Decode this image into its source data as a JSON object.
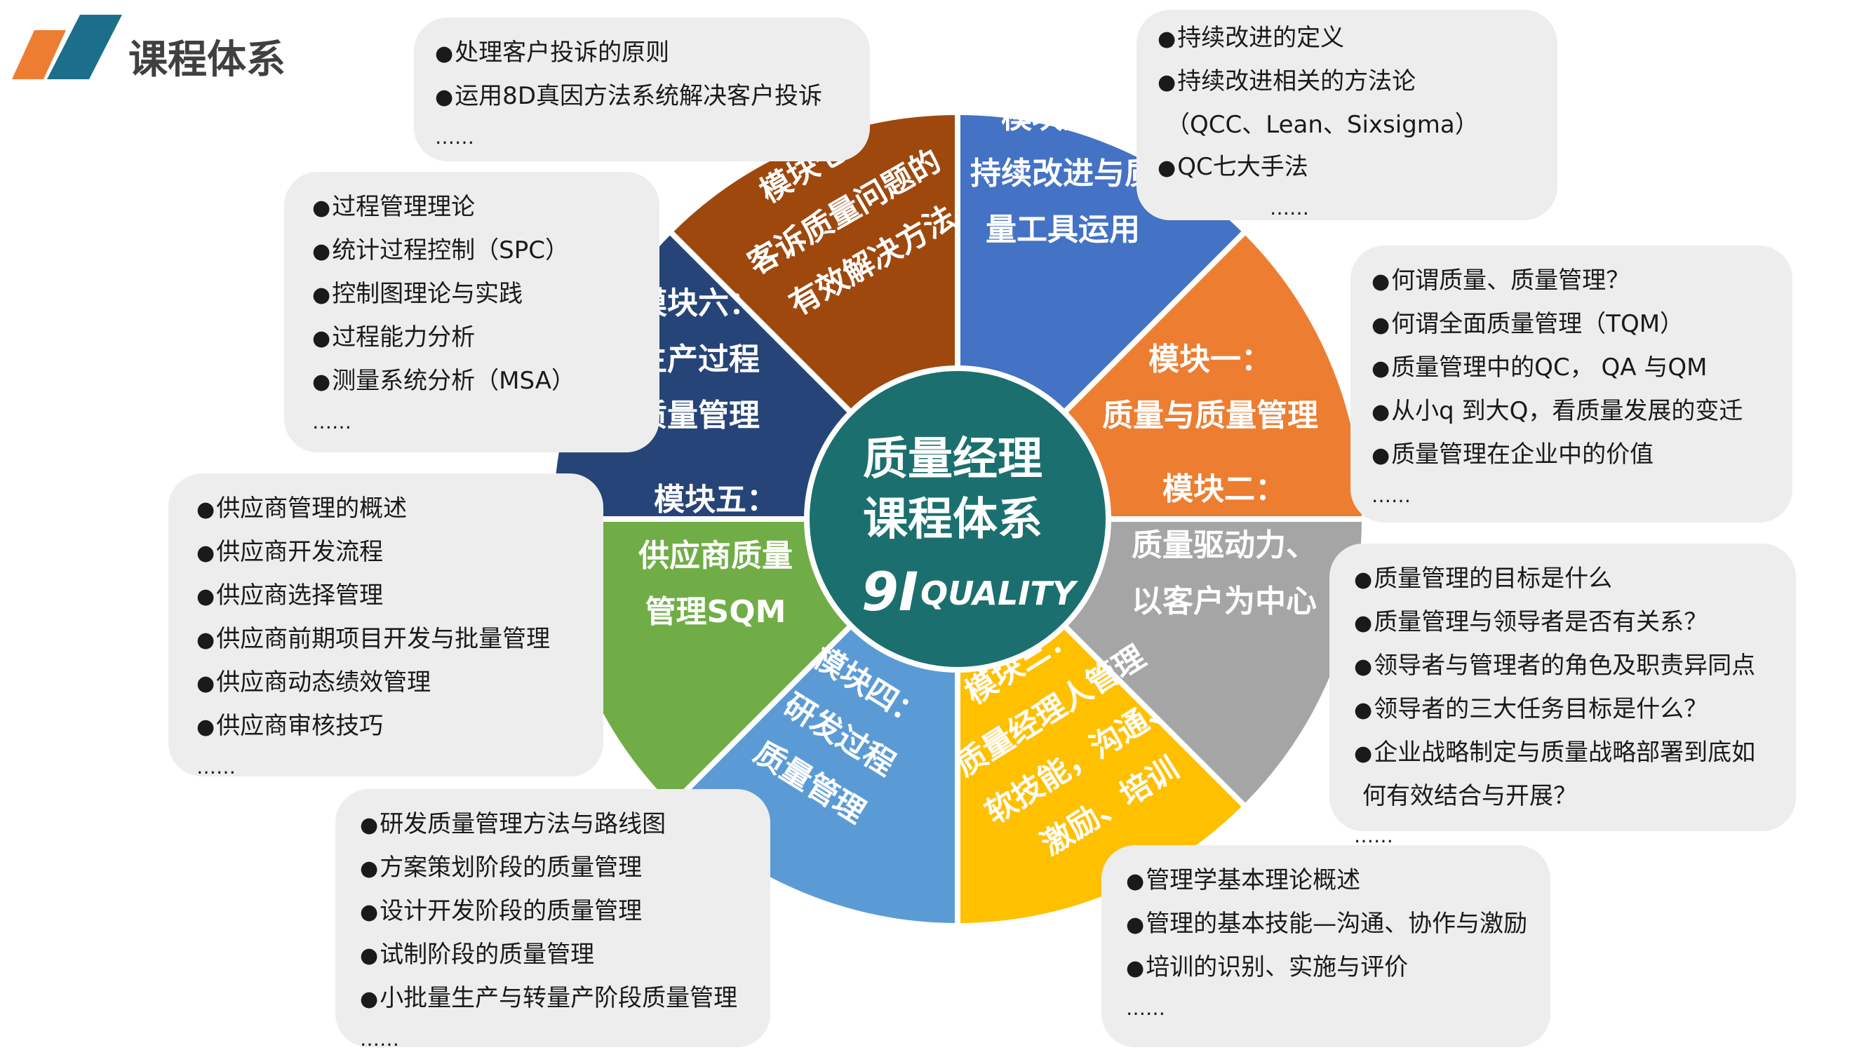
{
  "header": {
    "title": "课程体系"
  },
  "center": {
    "title_line1": "质量经理",
    "title_line2": "课程体系",
    "logo_mark": "9I",
    "logo_text": "QUALITY"
  },
  "modules": [
    {
      "id": "m1",
      "title": "模块一：",
      "lines": [
        "质量与质量管理"
      ],
      "color": "#ED7D31"
    },
    {
      "id": "m2",
      "title": "模块二：",
      "lines": [
        "质量驱动力、",
        "以客户为中心"
      ],
      "color": "#A5A5A5"
    },
    {
      "id": "m3",
      "title": "模块三：",
      "lines": [
        "质量经理人管理",
        "软技能，沟通、",
        "激励、培训"
      ],
      "color": "#FFC000"
    },
    {
      "id": "m4",
      "title": "模块四：",
      "lines": [
        "研发过程",
        "质量管理"
      ],
      "color": "#5B9BD5"
    },
    {
      "id": "m5",
      "title": "模块五：",
      "lines": [
        "供应商质量",
        "管理SQM"
      ],
      "color": "#70AD47"
    },
    {
      "id": "m6",
      "title": "模块六：",
      "lines": [
        "生产过程",
        "质量管理"
      ],
      "color": "#264478"
    },
    {
      "id": "m7",
      "title": "模块七：",
      "lines": [
        "客诉质量问题的",
        "有效解决方法"
      ],
      "color": "#9E480E"
    },
    {
      "id": "m8",
      "title": "模块八：",
      "lines": [
        "持续改进与质",
        "量工具运用"
      ],
      "color": "#4472C4"
    }
  ],
  "boxes": {
    "m1": {
      "items": [
        "何谓质量、质量管理？",
        "何谓全面质量管理（TQM）",
        "质量管理中的QC， QA 与QM",
        "从小q 到大Q，看质量发展的变迁",
        "质量管理在企业中的价值"
      ],
      "more": "……"
    },
    "m2": {
      "items": [
        "质量管理的目标是什么",
        "质量管理与领导者是否有关系？",
        "领导者与管理者的角色及职责异同点",
        "领导者的三大任务目标是什么？",
        "企业战略制定与质量战略部署到底如"
      ],
      "continuation": "何有效结合与开展？",
      "more": "……"
    },
    "m3": {
      "items": [
        "管理学基本理论概述",
        "管理的基本技能—沟通、协作与激励",
        "培训的识别、实施与评价"
      ],
      "more": "……"
    },
    "m4": {
      "items": [
        "研发质量管理方法与路线图",
        "方案策划阶段的质量管理",
        "设计开发阶段的质量管理",
        "试制阶段的质量管理",
        "小批量生产与转量产阶段质量管理"
      ],
      "more": "……"
    },
    "m5": {
      "items": [
        "供应商管理的概述",
        "供应商开发流程",
        "供应商选择管理",
        "供应商前期项目开发与批量管理",
        "供应商动态绩效管理",
        "供应商审核技巧"
      ],
      "more": "……"
    },
    "m6": {
      "items": [
        "过程管理理论",
        "统计过程控制（SPC）",
        "控制图理论与实践",
        "过程能力分析",
        "测量系统分析（MSA）"
      ],
      "more": "……"
    },
    "m7": {
      "items": [
        "处理客户投诉的原则",
        "运用8D真因方法系统解决客户投诉"
      ],
      "more": "……"
    },
    "m8": {
      "items": [
        "持续改进的定义",
        "持续改进相关的方法论"
      ],
      "continuation": "（QCC、Lean、Sixsigma）",
      "items_after": [
        "QC七大手法"
      ],
      "more": "……"
    }
  },
  "colors": {
    "center": "#1B6F6F",
    "header_orange": "#ED7D31",
    "header_teal": "#1B6F8A",
    "box_bg": "#EDEDED",
    "label_text": "#FFFFFF"
  },
  "bullet": "●"
}
